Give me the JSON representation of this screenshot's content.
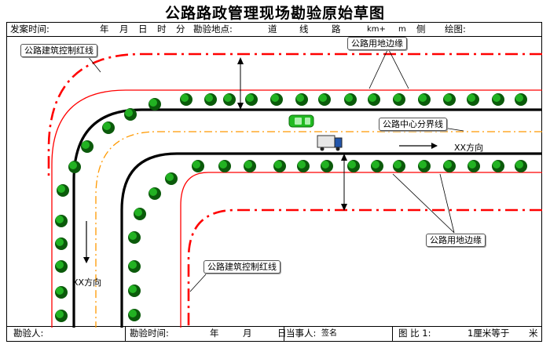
{
  "title": "公路路政管理现场勘验原始草图",
  "header": {
    "incident_time_label": "发案时间:",
    "year": "年",
    "month": "月",
    "day": "日",
    "hour": "时",
    "minute": "分",
    "site_label": "勘验地点:",
    "road": "道",
    "line": "线",
    "lu": "路",
    "km": "km+",
    "m": "m",
    "side": "侧",
    "draw_label": "绘图:"
  },
  "labels": {
    "control_line_top": "公路建筑控制红线",
    "land_edge_top": "公路用地边缘",
    "center_line": "公路中心分界线",
    "direction_right": "XX方向",
    "direction_down": "XX方向",
    "land_edge_bottom": "公路用地边缘",
    "control_line_bottom": "公路建筑控制红线"
  },
  "footer": {
    "surveyor_label": "勘验人:",
    "survey_time_label": "勘验时间:",
    "year": "年",
    "month": "月",
    "day": "日",
    "party_label": "当事人:",
    "sign": "签名",
    "scale_label": "图 比 1:",
    "scale_text": "1厘米等于",
    "unit": "米"
  },
  "colors": {
    "control_line": "#ff0000",
    "land_edge": "#ff0000",
    "road_edge": "#000000",
    "center_line": "#ff9900",
    "tree_dark": "#0b5a0b",
    "tree_light": "#22b222",
    "car": "#22bb22",
    "truck_cab": "#2255aa"
  }
}
